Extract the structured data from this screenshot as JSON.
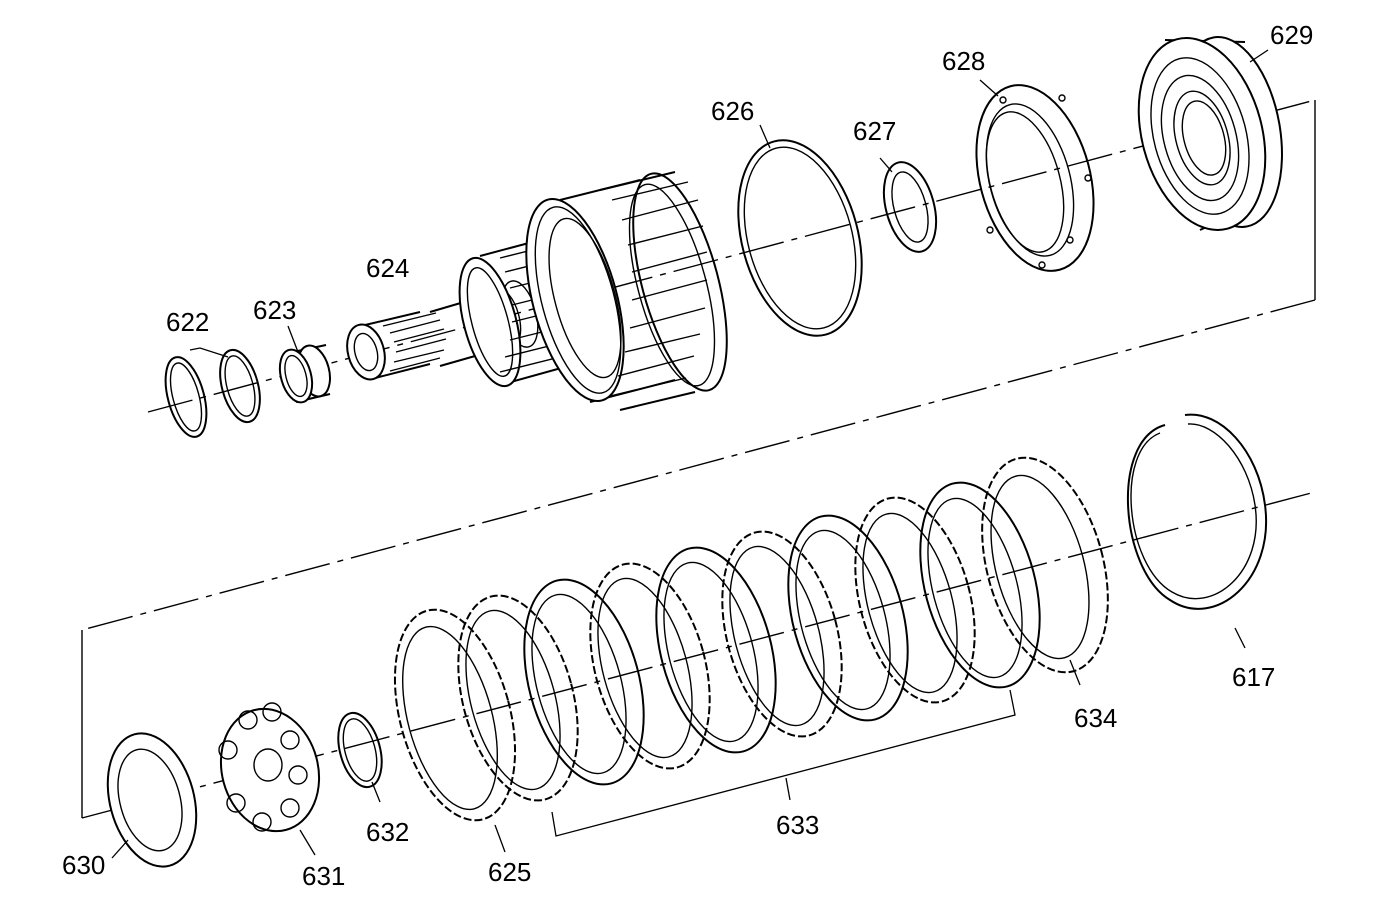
{
  "callouts": {
    "p617": "617",
    "p622": "622",
    "p623": "623",
    "p624": "624",
    "p625": "625",
    "p626": "626",
    "p627": "627",
    "p628": "628",
    "p629": "629",
    "p630": "630",
    "p631": "631",
    "p632": "632",
    "p633": "633",
    "p634": "634"
  }
}
